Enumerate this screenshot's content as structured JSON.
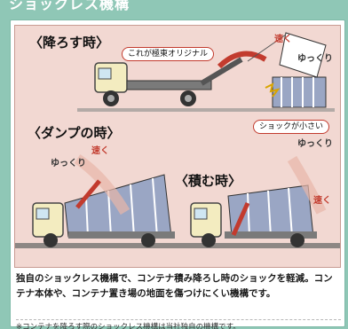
{
  "header": {
    "title": "ショックレス機構"
  },
  "scenes": {
    "lower": {
      "title": "〈降ろす時〉",
      "callout_original": "これが極東オリジナル",
      "speed_fast": "速く",
      "speed_slow": "ゆっくり",
      "shock_small": "ショックが小さい"
    },
    "dump": {
      "title": "〈ダンプの時〉",
      "speed_fast": "速く",
      "speed_slow": "ゆっくり"
    },
    "load": {
      "title": "〈積む時〉",
      "speed_fast": "速く",
      "speed_slow": "ゆっくり"
    }
  },
  "description": "独自のショックレス機構で、コンテナ積み降ろし時のショックを軽減。コンテナ本体や、コンテナ置き場の地面を傷つけにくい機構です。",
  "footnote": "※コンテナを降ろす際のショックレス機構は当社独自の機構です。",
  "colors": {
    "frame": "#8fc7b6",
    "illustration_bg": "#f2d8d2",
    "accent_red": "#c23b2e",
    "truck_cab": "#f3ecc0",
    "container": "#9aa6c4"
  }
}
